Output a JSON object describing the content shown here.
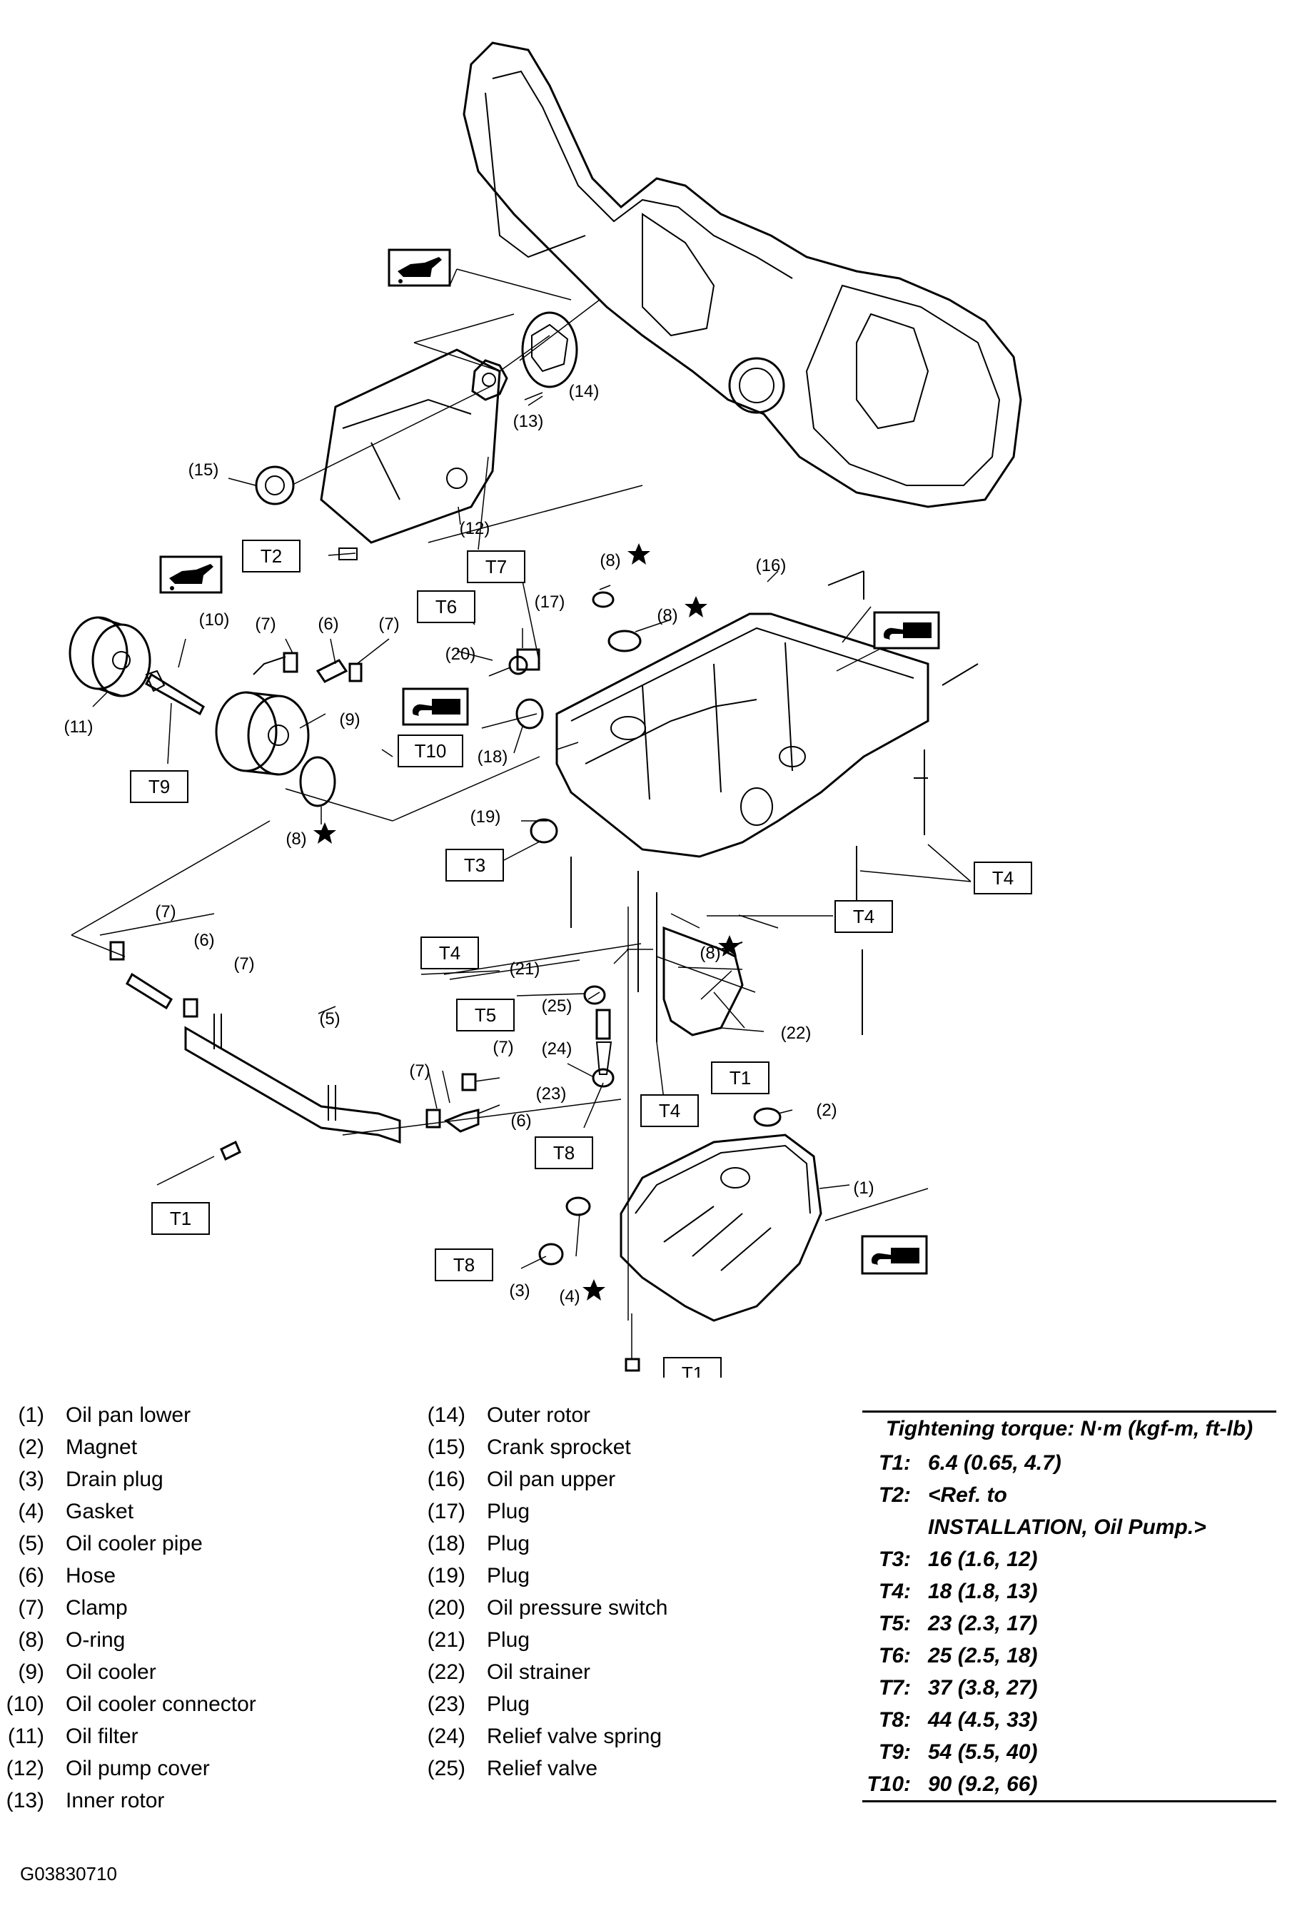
{
  "callouts": {
    "c1": "(1)",
    "c2": "(2)",
    "c3": "(3)",
    "c4": "(4)",
    "c5": "(5)",
    "c6": "(6)",
    "c7": "(7)",
    "c8": "(8)",
    "c9": "(9)",
    "c10": "(10)",
    "c11": "(11)",
    "c12": "(12)",
    "c13": "(13)",
    "c14": "(14)",
    "c15": "(15)",
    "c16": "(16)",
    "c17": "(17)",
    "c18": "(18)",
    "c19": "(19)",
    "c20": "(20)",
    "c21": "(21)",
    "c22": "(22)",
    "c23": "(23)",
    "c24": "(24)",
    "c25": "(25)"
  },
  "torque_tags": {
    "T1": "T1",
    "T2": "T2",
    "T3": "T3",
    "T4": "T4",
    "T5": "T5",
    "T6": "T6",
    "T7": "T7",
    "T8": "T8",
    "T9": "T9",
    "T10": "T10"
  },
  "icons": [
    "oil-can-icon",
    "grease-applicator-icon",
    "replace-star-icon"
  ],
  "legend_col1": [
    {
      "num": "(1)",
      "name": "Oil pan lower"
    },
    {
      "num": "(2)",
      "name": "Magnet"
    },
    {
      "num": "(3)",
      "name": "Drain plug"
    },
    {
      "num": "(4)",
      "name": "Gasket"
    },
    {
      "num": "(5)",
      "name": "Oil cooler pipe"
    },
    {
      "num": "(6)",
      "name": "Hose"
    },
    {
      "num": "(7)",
      "name": "Clamp"
    },
    {
      "num": "(8)",
      "name": "O-ring"
    },
    {
      "num": "(9)",
      "name": "Oil cooler"
    },
    {
      "num": "(10)",
      "name": "Oil cooler connector"
    },
    {
      "num": "(11)",
      "name": "Oil filter"
    },
    {
      "num": "(12)",
      "name": "Oil pump cover"
    },
    {
      "num": "(13)",
      "name": "Inner rotor"
    }
  ],
  "legend_col2": [
    {
      "num": "(14)",
      "name": "Outer rotor"
    },
    {
      "num": "(15)",
      "name": "Crank sprocket"
    },
    {
      "num": "(16)",
      "name": "Oil pan upper"
    },
    {
      "num": "(17)",
      "name": "Plug"
    },
    {
      "num": "(18)",
      "name": "Plug"
    },
    {
      "num": "(19)",
      "name": "Plug"
    },
    {
      "num": "(20)",
      "name": "Oil pressure switch"
    },
    {
      "num": "(21)",
      "name": "Plug"
    },
    {
      "num": "(22)",
      "name": "Oil strainer"
    },
    {
      "num": "(23)",
      "name": "Plug"
    },
    {
      "num": "(24)",
      "name": "Relief valve spring"
    },
    {
      "num": "(25)",
      "name": "Relief valve"
    }
  ],
  "torque_table": {
    "title": "Tightening torque: N·m (kgf-m, ft-lb)",
    "rows": [
      {
        "code": "T1:",
        "value": "6.4 (0.65, 4.7)"
      },
      {
        "code": "T2:",
        "value": "<Ref. to"
      },
      {
        "code": "",
        "value": "INSTALLATION, Oil Pump.>"
      },
      {
        "code": "T3:",
        "value": "16 (1.6, 12)"
      },
      {
        "code": "T4:",
        "value": "18 (1.8, 13)"
      },
      {
        "code": "T5:",
        "value": "23 (2.3, 17)"
      },
      {
        "code": "T6:",
        "value": "25 (2.5, 18)"
      },
      {
        "code": "T7:",
        "value": "37 (3.8, 27)"
      },
      {
        "code": "T8:",
        "value": "44 (4.5, 33)"
      },
      {
        "code": "T9:",
        "value": "54 (5.5, 40)"
      },
      {
        "code": "T10:",
        "value": "90 (9.2, 66)"
      }
    ]
  },
  "figure_id": "G03830710"
}
